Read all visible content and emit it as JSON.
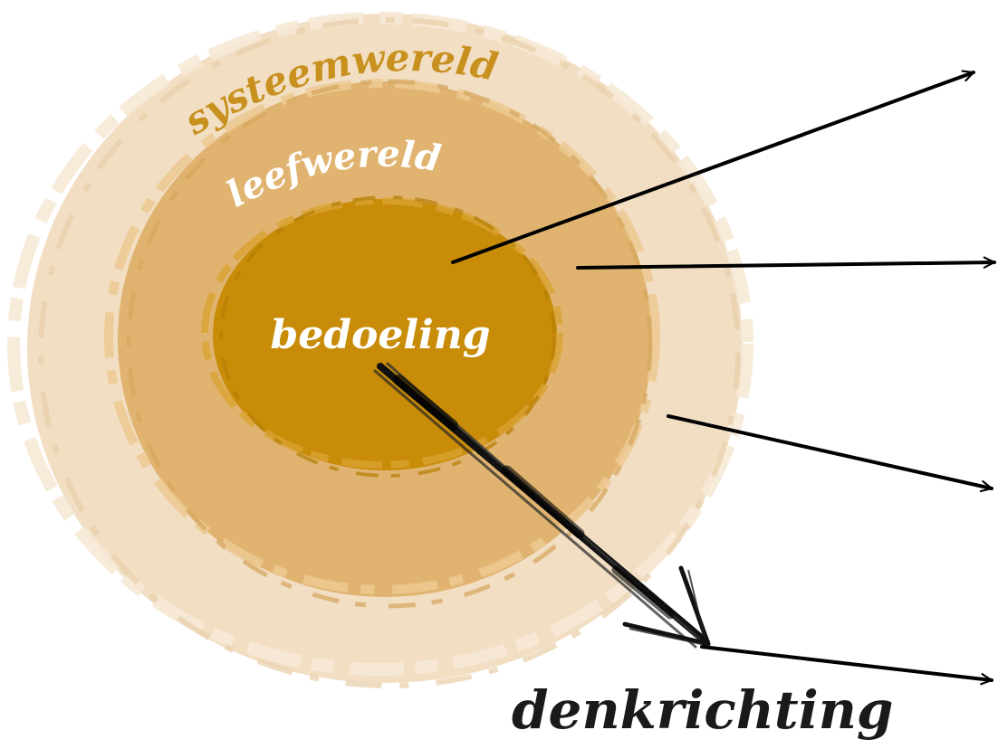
{
  "diagram": {
    "rings": {
      "outer": {
        "label": "systeemwereld",
        "fill": "#f0dcc0",
        "text_color": "#c8901e"
      },
      "middle": {
        "label": "leefwereld",
        "fill": "#e0b470",
        "text_color": "#ffffff"
      },
      "inner": {
        "label": "bedoeling",
        "fill": "#c88c08",
        "text_color": "#ffffff"
      }
    },
    "direction_label": "denkrichting",
    "colors": {
      "arrow": "#000000",
      "label_dark": "#1a1a1a",
      "background": "#ffffff"
    }
  }
}
